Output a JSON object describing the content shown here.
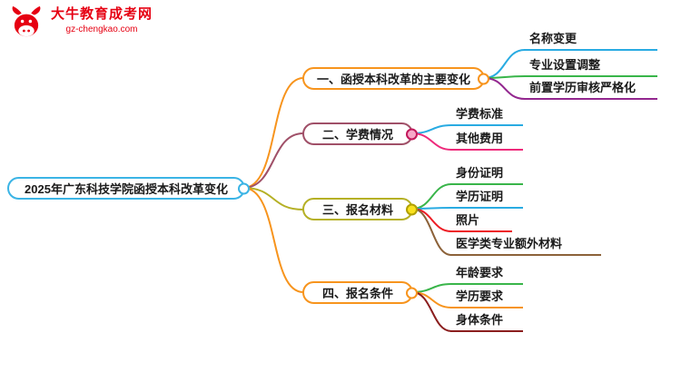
{
  "logo": {
    "title": "大牛教育成考网",
    "url": "gz-chengkao.com",
    "brand_color": "#e60012"
  },
  "root": {
    "label": "2025年广东科技学院函授本科改革变化",
    "color": "#3bb4e5"
  },
  "branches": [
    {
      "label": "一、函授本科改革的主要变化",
      "color": "#f7941d",
      "children": [
        {
          "label": "名称变更",
          "color": "#29abe2"
        },
        {
          "label": "专业设置调整",
          "color": "#39b54a"
        },
        {
          "label": "前置学历审核严格化",
          "color": "#93278f"
        }
      ]
    },
    {
      "label": "二、学费情况",
      "color": "#a05068",
      "children": [
        {
          "label": "学费标准",
          "color": "#29abe2"
        },
        {
          "label": "其他费用",
          "color": "#ee2a7b"
        }
      ]
    },
    {
      "label": "三、报名材料",
      "color": "#b5b025",
      "children": [
        {
          "label": "身份证明",
          "color": "#39b54a"
        },
        {
          "label": "学历证明",
          "color": "#29abe2"
        },
        {
          "label": "照片",
          "color": "#ed1c24"
        },
        {
          "label": "医学类专业额外材料",
          "color": "#8c6239"
        }
      ]
    },
    {
      "label": "四、报名条件",
      "color": "#f7941d",
      "children": [
        {
          "label": "年龄要求",
          "color": "#39b54a"
        },
        {
          "label": "学历要求",
          "color": "#f7941d"
        },
        {
          "label": "身体条件",
          "color": "#8b1e1e"
        }
      ]
    }
  ]
}
